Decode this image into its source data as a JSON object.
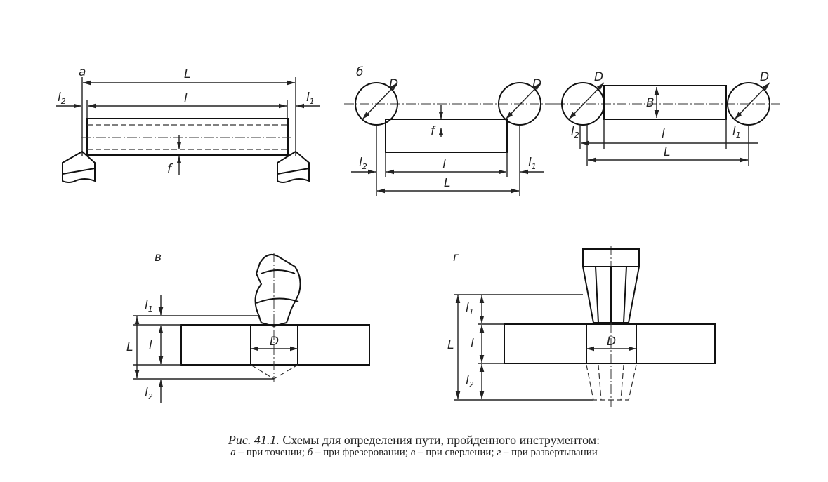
{
  "panels": {
    "a": {
      "letter": "а",
      "L": "L",
      "l": "l",
      "l1": "l",
      "l1_sub": "1",
      "l2": "l",
      "l2_sub": "2",
      "f": "f"
    },
    "b": {
      "letter": "б",
      "D": "D",
      "L": "L",
      "l": "l",
      "l1": "l",
      "l1_sub": "1",
      "l2": "l",
      "l2_sub": "2",
      "f": "f",
      "B": "B"
    },
    "v": {
      "letter": "в",
      "D": "D",
      "L": "L",
      "l": "l",
      "l1": "l",
      "l1_sub": "1",
      "l2": "l",
      "l2_sub": "2"
    },
    "g": {
      "letter": "г",
      "D": "D",
      "L": "L",
      "l": "l",
      "l1": "l",
      "l1_sub": "1",
      "l2": "l",
      "l2_sub": "2"
    }
  },
  "caption": {
    "fig": "Рис. 41.1.",
    "title": " Схемы для определения пути, пройденного инструментом:",
    "a_letter": "а",
    "a_text": " – при точении;  ",
    "b_letter": "б",
    "b_text": " – при фрезеровании;  ",
    "v_letter": "в",
    "v_text": " – при сверлении; ",
    "g_letter": "г",
    "g_text": " – при развертывании"
  }
}
